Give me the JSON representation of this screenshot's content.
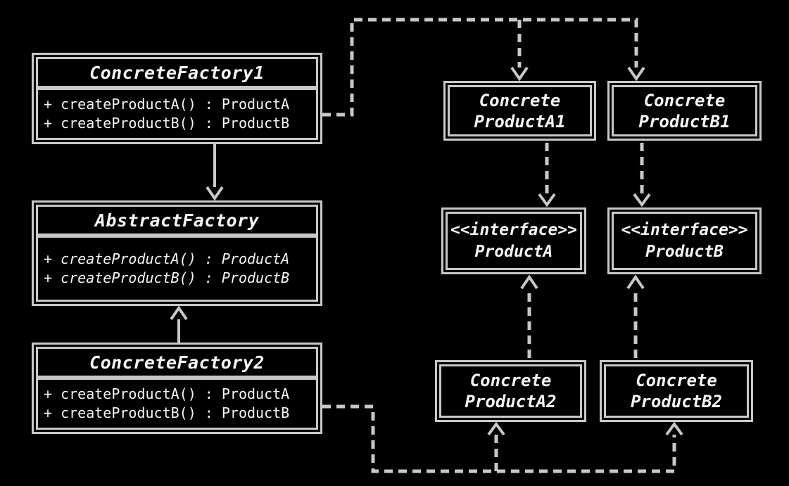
{
  "colors": {
    "background": "#000000",
    "border": "#c8c8c8",
    "line": "#c8c8c8",
    "text": "#f5f5f5"
  },
  "classes": {
    "concrete_factory_1": {
      "name": "ConcreteFactory1",
      "methods": [
        "+ createProductA() : ProductA",
        "+ createProductB() : ProductB"
      ]
    },
    "abstract_factory": {
      "name": "AbstractFactory",
      "methods": [
        "+ createProductA() : ProductA",
        "+ createProductB() : ProductB"
      ]
    },
    "concrete_factory_2": {
      "name": "ConcreteFactory2",
      "methods": [
        "+ createProductA() : ProductA",
        "+ createProductB() : ProductB"
      ]
    },
    "concrete_product_a1": {
      "name_line1": "Concrete",
      "name_line2": "ProductA1"
    },
    "concrete_product_b1": {
      "name_line1": "Concrete",
      "name_line2": "ProductB1"
    },
    "product_a": {
      "stereotype": "<<interface>>",
      "name": "ProductA"
    },
    "product_b": {
      "stereotype": "<<interface>>",
      "name": "ProductB"
    },
    "concrete_product_a2": {
      "name_line1": "Concrete",
      "name_line2": "ProductA2"
    },
    "concrete_product_b2": {
      "name_line1": "Concrete",
      "name_line2": "ProductB2"
    }
  },
  "relationships": [
    {
      "type": "inheritance",
      "from": "ConcreteFactory1",
      "to": "AbstractFactory",
      "line": "solid",
      "arrowhead": "open"
    },
    {
      "type": "inheritance",
      "from": "ConcreteFactory2",
      "to": "AbstractFactory",
      "line": "solid",
      "arrowhead": "open"
    },
    {
      "type": "dependency-creates",
      "from": "ConcreteFactory1",
      "to": "ConcreteProductA1",
      "line": "dashed",
      "arrowhead": "open"
    },
    {
      "type": "dependency-creates",
      "from": "ConcreteFactory1",
      "to": "ConcreteProductB1",
      "line": "dashed",
      "arrowhead": "open"
    },
    {
      "type": "dependency-creates",
      "from": "ConcreteFactory2",
      "to": "ConcreteProductA2",
      "line": "dashed",
      "arrowhead": "open"
    },
    {
      "type": "dependency-creates",
      "from": "ConcreteFactory2",
      "to": "ConcreteProductB2",
      "line": "dashed",
      "arrowhead": "open"
    },
    {
      "type": "realization",
      "from": "ConcreteProductA1",
      "to": "ProductA",
      "line": "dashed",
      "arrowhead": "open"
    },
    {
      "type": "realization",
      "from": "ConcreteProductB1",
      "to": "ProductB",
      "line": "dashed",
      "arrowhead": "open"
    },
    {
      "type": "realization",
      "from": "ConcreteProductA2",
      "to": "ProductA",
      "line": "dashed",
      "arrowhead": "open"
    },
    {
      "type": "realization",
      "from": "ConcreteProductB2",
      "to": "ProductB",
      "line": "dashed",
      "arrowhead": "open"
    }
  ]
}
